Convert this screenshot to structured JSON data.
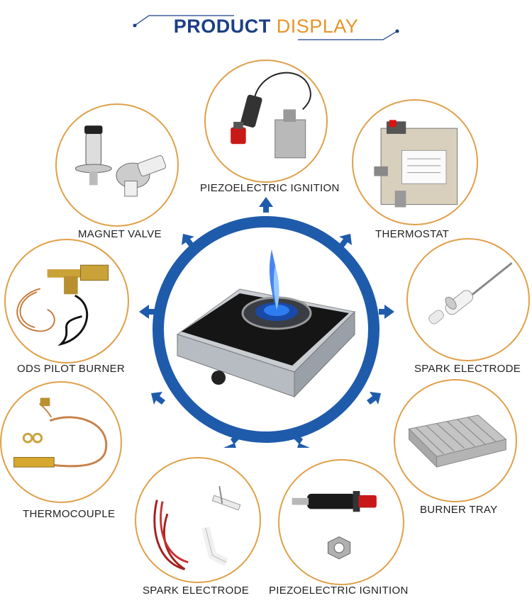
{
  "header": {
    "title_part1": "PRODUCT",
    "title_part2": "DISPLAY"
  },
  "items": [
    {
      "label": "PIEZOELECTRIC IGNITION",
      "icon": "piezo-igniter-icon"
    },
    {
      "label": "MAGNET VALVE",
      "icon": "magnet-valve-icon"
    },
    {
      "label": "THERMOSTAT",
      "icon": "thermostat-valve-icon"
    },
    {
      "label": "ODS PILOT BURNER",
      "icon": "pilot-burner-icon"
    },
    {
      "label": "SPARK ELECTRODE",
      "icon": "spark-electrode-icon"
    },
    {
      "label": "THERMOCOUPLE",
      "icon": "thermocouple-icon"
    },
    {
      "label": "BURNER TRAY",
      "icon": "burner-tray-icon"
    },
    {
      "label": "SPARK ELECTRODE",
      "icon": "spark-electrode-icon"
    },
    {
      "label": "PIEZOELECTRIC IGNITION",
      "icon": "piezo-igniter-icon"
    }
  ],
  "colors": {
    "brand_blue": "#1b3f86",
    "accent_orange": "#e8942a",
    "ring_blue": "#1f5bab",
    "circle_border": "#e0a04a"
  }
}
